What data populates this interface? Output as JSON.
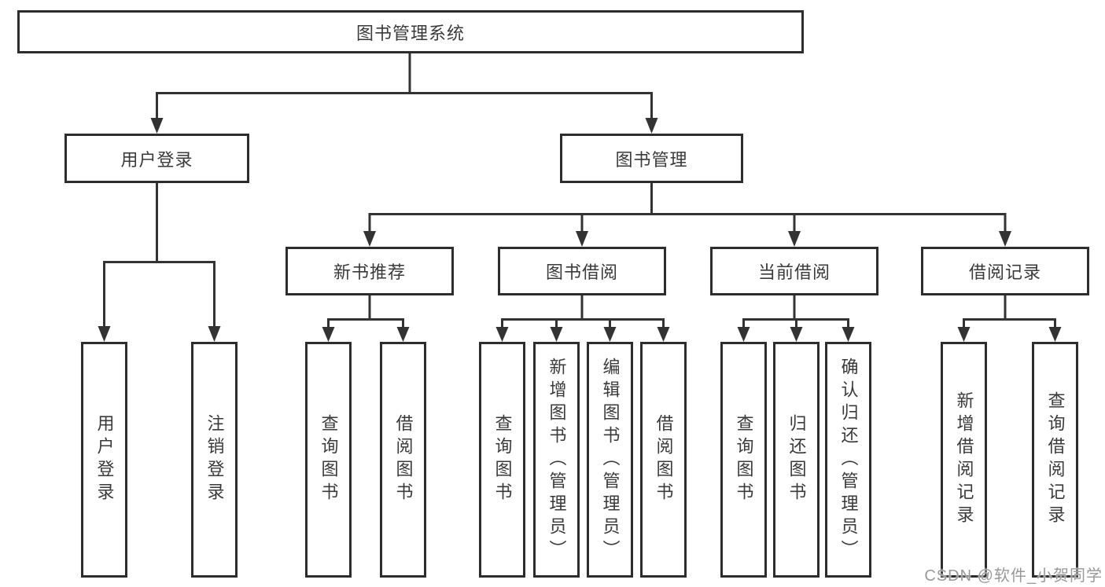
{
  "diagram": {
    "root": {
      "label": "图书管理系统"
    },
    "branches": [
      {
        "label": "用户登录",
        "children": [
          {
            "label": "用户登录"
          },
          {
            "label": "注销登录"
          }
        ]
      },
      {
        "label": "图书管理",
        "children": [
          {
            "label": "新书推荐",
            "children": [
              {
                "label": "查询图书"
              },
              {
                "label": "借阅图书"
              }
            ]
          },
          {
            "label": "图书借阅",
            "children": [
              {
                "label": "查询图书"
              },
              {
                "label": "新增图书（管理员）"
              },
              {
                "label": "编辑图书（管理员）"
              },
              {
                "label": "借阅图书"
              }
            ]
          },
          {
            "label": "当前借阅",
            "children": [
              {
                "label": "查询图书"
              },
              {
                "label": "归还图书"
              },
              {
                "label": "确认归还（管理员）"
              }
            ]
          },
          {
            "label": "借阅记录",
            "children": [
              {
                "label": "新增借阅记录"
              },
              {
                "label": "查询借阅记录"
              }
            ]
          }
        ]
      }
    ],
    "watermark": "CSDN @软件_小贺同学",
    "colors": {
      "line": "#333333",
      "box_border": "#2d2d2d",
      "text": "#3a3a3a",
      "background": "#ffffff",
      "watermark": "#999999"
    }
  }
}
